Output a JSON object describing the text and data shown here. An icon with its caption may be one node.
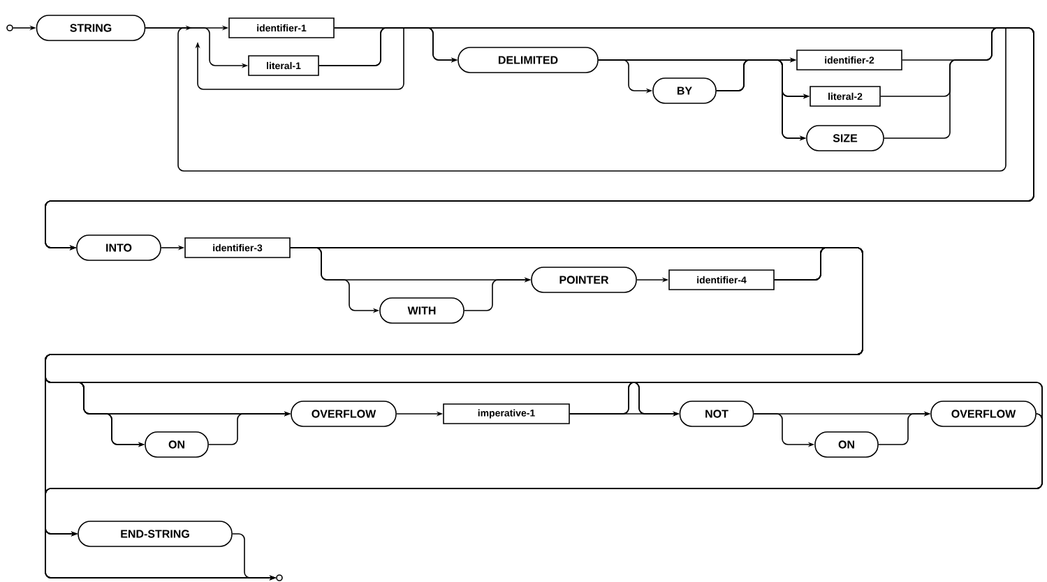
{
  "diagram": {
    "nodes": [
      {
        "text": [],
        "shape": "circle"
      },
      {
        "text": [
          "STRING"
        ]
      },
      {
        "text": [
          "identifier-1"
        ]
      },
      {
        "text": [
          "literal-1"
        ]
      },
      {
        "text": [
          "DELIMITED"
        ]
      },
      {
        "text": [
          "BY"
        ]
      },
      {
        "text": [
          "identifier-2"
        ]
      },
      {
        "text": [
          "literal-2"
        ]
      },
      {
        "text": [
          "SIZE"
        ]
      },
      {
        "text": [
          "INTO"
        ]
      },
      {
        "text": [
          "identifier-3"
        ]
      },
      {
        "text": [
          "WITH"
        ]
      },
      {
        "text": [
          "POINTER"
        ]
      },
      {
        "text": [
          "identifier-4"
        ]
      },
      {
        "text": [
          "ON"
        ]
      },
      {
        "text": [
          "OVERFLOW"
        ]
      },
      {
        "text": [
          "imperative-1"
        ]
      },
      {
        "text": [
          "NOT"
        ]
      },
      {
        "text": [
          "ON"
        ]
      },
      {
        "text": [
          "OVERFLOW"
        ]
      },
      {
        "text": [
          "END-STRING"
        ]
      },
      {
        "text": [],
        "shape": "circle"
      }
    ],
    "edges": [
      {
        "from": 0,
        "to": 1,
        "arrow": "to"
      },
      {
        "from": 1,
        "to": 2,
        "arrow": "to"
      },
      {
        "from": 1,
        "to": 3,
        "arrow": "to"
      },
      {
        "from": 2,
        "to": 4,
        "arrow": "to"
      },
      {
        "from": 3,
        "to": 4,
        "arrow": "to"
      },
      {
        "from": 2,
        "to": 9,
        "arrow": "to"
      },
      {
        "from": 3,
        "to": 9,
        "arrow": "to"
      },
      {
        "from": 4,
        "to": 5,
        "arrow": "to"
      },
      {
        "from": 4,
        "to": 6,
        "arrow": "to"
      },
      {
        "from": 4,
        "to": 7,
        "arrow": "to"
      },
      {
        "from": 4,
        "to": 8,
        "arrow": "to"
      },
      {
        "from": 5,
        "to": 6,
        "arrow": "to"
      },
      {
        "from": 5,
        "to": 7,
        "arrow": "to"
      },
      {
        "from": 5,
        "to": 8,
        "arrow": "to"
      },
      {
        "from": 6,
        "to": 9,
        "arrow": "to"
      },
      {
        "from": 7,
        "to": 9,
        "arrow": "to"
      },
      {
        "from": 8,
        "to": 9,
        "arrow": "to"
      },
      {
        "from": 9,
        "to": 10,
        "arrow": "to"
      },
      {
        "from": 10,
        "to": 11,
        "arrow": "to"
      },
      {
        "from": 10,
        "to": 12,
        "arrow": "to"
      },
      {
        "from": 11,
        "to": 12,
        "arrow": "to"
      },
      {
        "from": 12,
        "to": 13,
        "arrow": "to"
      },
      {
        "from": 10,
        "to": 14,
        "arrow": "to"
      },
      {
        "from": 10,
        "to": 15,
        "arrow": "to"
      },
      {
        "from": 10,
        "to": 17,
        "arrow": "to"
      },
      {
        "from": 10,
        "to": 20,
        "arrow": "to"
      },
      {
        "from": 10,
        "to": 21,
        "arrow": "to"
      },
      {
        "from": 13,
        "to": 14,
        "arrow": "to"
      },
      {
        "from": 13,
        "to": 15,
        "arrow": "to"
      },
      {
        "from": 13,
        "to": 17,
        "arrow": "to"
      },
      {
        "from": 13,
        "to": 20,
        "arrow": "to"
      },
      {
        "from": 13,
        "to": 21,
        "arrow": "to"
      },
      {
        "from": 14,
        "to": 15,
        "arrow": "to"
      },
      {
        "from": 15,
        "to": 16,
        "arrow": "to"
      },
      {
        "from": 16,
        "to": 17,
        "arrow": "to"
      },
      {
        "from": 16,
        "to": 20,
        "arrow": "to"
      },
      {
        "from": 16,
        "to": 21,
        "arrow": "to"
      },
      {
        "from": 17,
        "to": 18,
        "arrow": "to"
      },
      {
        "from": 17,
        "to": 19,
        "arrow": "to"
      },
      {
        "from": 18,
        "to": 19,
        "arrow": "to"
      },
      {
        "from": 19,
        "to": 20,
        "arrow": "to"
      },
      {
        "from": 19,
        "to": 21,
        "arrow": "to"
      },
      {
        "from": 20,
        "to": 21,
        "arrow": "to"
      }
    ]
  }
}
